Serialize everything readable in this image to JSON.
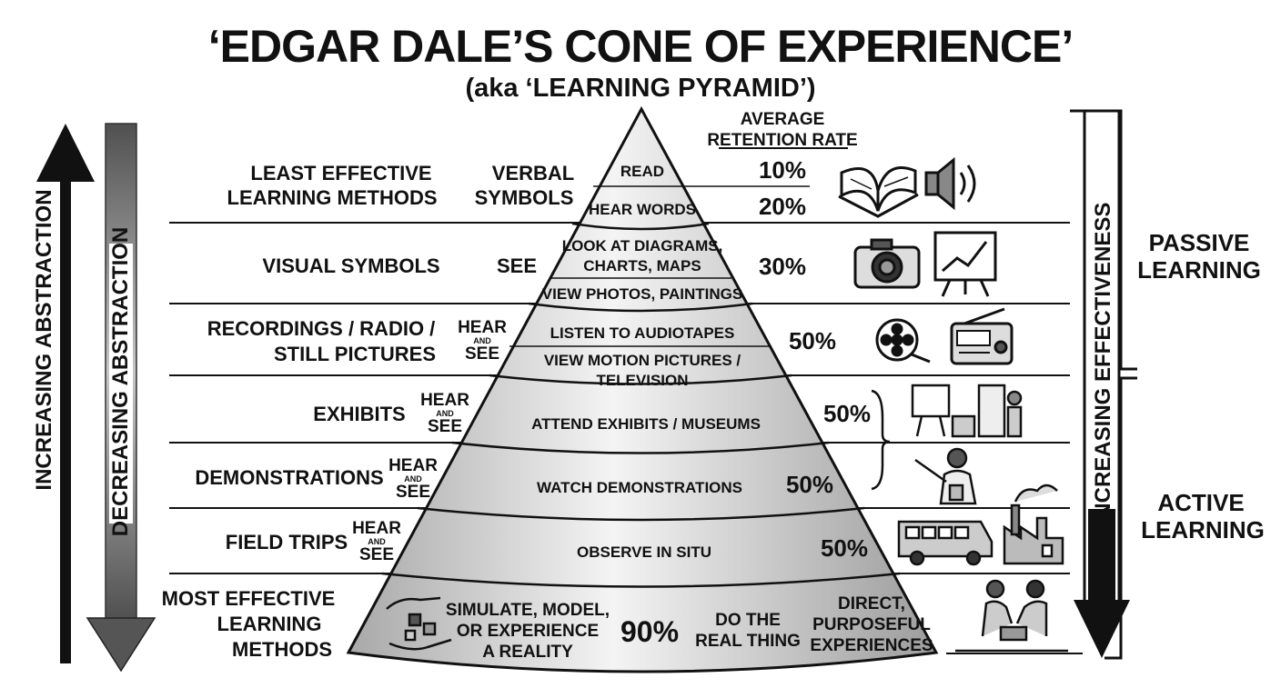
{
  "title": "‘EDGAR DALE’S CONE OF EXPERIENCE’",
  "subtitle": "(aka ‘LEARNING PYRAMID’)",
  "retention_header": [
    "AVERAGE",
    "RETENTION RATE"
  ],
  "axis_left_outer": "INCREASING ABSTRACTION",
  "axis_left_inner": "DECREASING ABSTRACTION",
  "axis_right": "INCREASING EFFECTIVENESS",
  "passive_label": [
    "PASSIVE",
    "LEARNING"
  ],
  "active_label": [
    "ACTIVE",
    "LEARNING"
  ],
  "hear_see": {
    "hear": "HEAR",
    "and": "AND",
    "see": "SEE"
  },
  "tiers": [
    {
      "category": [
        "LEAST EFFECTIVE",
        "LEARNING METHODS"
      ],
      "sense": [
        "VERBAL",
        "SYMBOLS"
      ],
      "activities": [
        {
          "text": [
            "READ"
          ],
          "rate": "10%"
        },
        {
          "text": [
            "HEAR WORDS"
          ],
          "rate": "20%"
        }
      ],
      "icons": [
        "open-book-icon",
        "speaker-icon"
      ]
    },
    {
      "category": [
        "VISUAL SYMBOLS"
      ],
      "sense": [
        "SEE"
      ],
      "activities": [
        {
          "text": [
            "LOOK AT DIAGRAMS,",
            "CHARTS, MAPS"
          ],
          "rate": "30%"
        },
        {
          "text": [
            "VIEW PHOTOS, PAINTINGS"
          ]
        }
      ],
      "icons": [
        "camera-icon",
        "chart-easel-icon"
      ]
    },
    {
      "category": [
        "RECORDINGS / RADIO /",
        "STILL PICTURES"
      ],
      "sense": [
        "HEAR",
        "AND",
        "SEE"
      ],
      "activities": [
        {
          "text": [
            "LISTEN TO AUDIOTAPES"
          ],
          "rate": "50%"
        },
        {
          "text": [
            "VIEW MOTION PICTURES /",
            "TELEVISION"
          ]
        }
      ],
      "icons": [
        "film-reel-icon",
        "radio-icon"
      ]
    },
    {
      "category": [
        "EXHIBITS"
      ],
      "sense": [
        "HEAR",
        "AND",
        "SEE"
      ],
      "activities": [
        {
          "text": [
            "ATTEND EXHIBITS / MUSEUMS"
          ],
          "rate": "50%"
        }
      ],
      "icons": [
        "museum-exhibit-icon"
      ]
    },
    {
      "category": [
        "DEMONSTRATIONS"
      ],
      "sense": [
        "HEAR",
        "AND",
        "SEE"
      ],
      "activities": [
        {
          "text": [
            "WATCH DEMONSTRATIONS"
          ],
          "rate": "50%"
        }
      ],
      "icons": [
        "teacher-pointer-icon"
      ]
    },
    {
      "category": [
        "FIELD TRIPS"
      ],
      "sense": [
        "HEAR",
        "AND",
        "SEE"
      ],
      "activities": [
        {
          "text": [
            "OBSERVE IN SITU"
          ],
          "rate": "50%"
        }
      ],
      "icons": [
        "school-bus-icon",
        "factory-icon"
      ]
    },
    {
      "category": [
        "MOST EFFECTIVE",
        "LEARNING",
        "METHODS"
      ],
      "activities": [
        {
          "text": [
            "SIMULATE, MODEL,",
            "OR EXPERIENCE",
            "A REALITY"
          ],
          "rate": "90%"
        },
        {
          "text": [
            "DO THE",
            "REAL THING"
          ]
        },
        {
          "text": [
            "DIRECT,",
            "PURPOSEFUL",
            "EXPERIENCES"
          ]
        }
      ],
      "icons": [
        "hands-objects-icon",
        "people-working-icon"
      ]
    }
  ],
  "colors": {
    "ink": "#111111",
    "cone_light": "#f2f2f2",
    "cone_dark": "#a8a8a8",
    "arrow_gray": "#777777"
  }
}
